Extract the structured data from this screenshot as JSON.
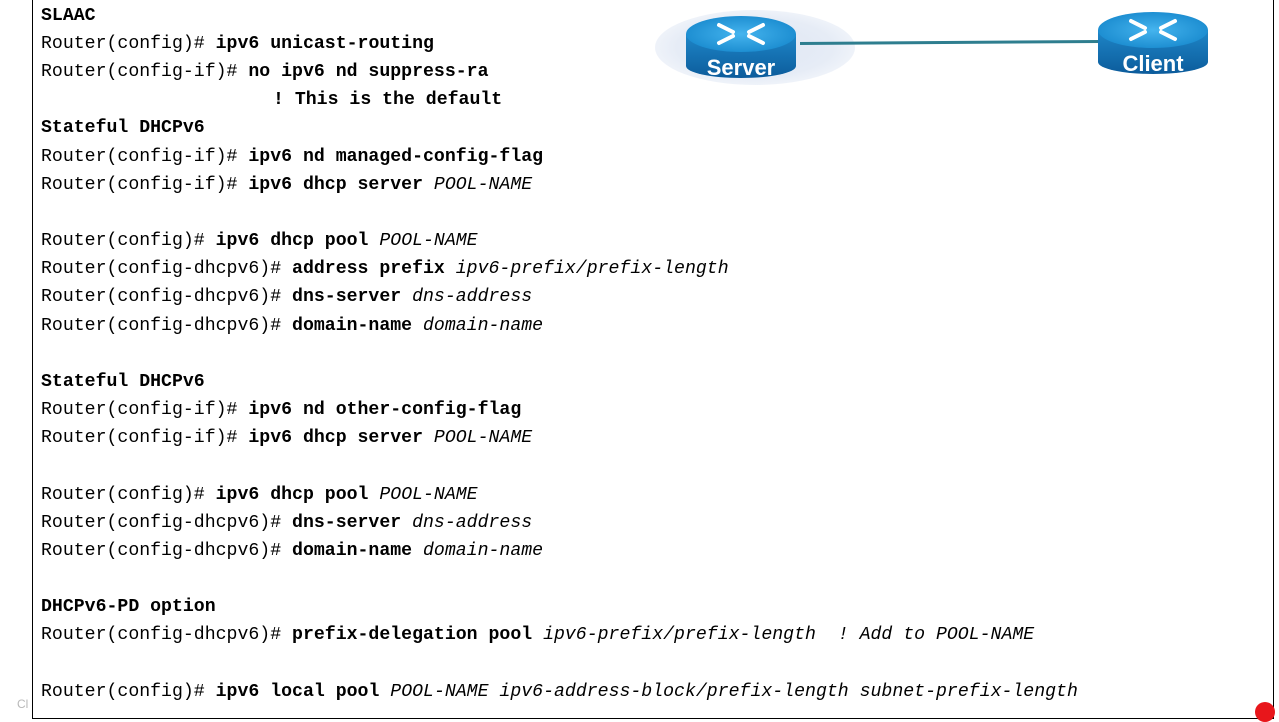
{
  "diagram": {
    "server_label": "Server",
    "client_label": "Client"
  },
  "code": {
    "slaac": {
      "heading": "SLAAC",
      "l1": {
        "prompt": "Router(config)# ",
        "cmd": "ipv6 unicast-routing"
      },
      "l2": {
        "prompt": "Router(config-if)# ",
        "cmd": "no ipv6 nd suppress-ra"
      },
      "l3": {
        "comment": "! This is the default"
      }
    },
    "stateful": {
      "heading": "Stateful DHCPv6",
      "l1": {
        "prompt": "Router(config-if)# ",
        "cmd": "ipv6 nd managed-config-flag"
      },
      "l2": {
        "prompt": "Router(config-if)# ",
        "cmd": "ipv6 dhcp server ",
        "arg": "POOL-NAME"
      },
      "l3": {
        "prompt": "Router(config)# ",
        "cmd": "ipv6 dhcp pool ",
        "arg": "POOL-NAME"
      },
      "l4": {
        "prompt": "Router(config-dhcpv6)# ",
        "cmd": "address prefix ",
        "arg": "ipv6-prefix/prefix-length"
      },
      "l5": {
        "prompt": "Router(config-dhcpv6)# ",
        "cmd": "dns-server ",
        "arg": "dns-address"
      },
      "l6": {
        "prompt": "Router(config-dhcpv6)# ",
        "cmd": "domain-name ",
        "arg": "domain-name"
      }
    },
    "stateless": {
      "heading": "Stateful DHCPv6",
      "l1": {
        "prompt": "Router(config-if)# ",
        "cmd": "ipv6 nd other-config-flag"
      },
      "l2": {
        "prompt": "Router(config-if)# ",
        "cmd": "ipv6 dhcp server ",
        "arg": "POOL-NAME"
      },
      "l3": {
        "prompt": "Router(config)# ",
        "cmd": "ipv6 dhcp pool ",
        "arg": "POOL-NAME"
      },
      "l4": {
        "prompt": "Router(config-dhcpv6)# ",
        "cmd": "dns-server ",
        "arg": "dns-address"
      },
      "l5": {
        "prompt": "Router(config-dhcpv6)# ",
        "cmd": "domain-name ",
        "arg": "domain-name"
      }
    },
    "pd": {
      "heading": "DHCPv6-PD option",
      "l1": {
        "prompt": "Router(config-dhcpv6)# ",
        "cmd": "prefix-delegation pool ",
        "arg": "ipv6-prefix/prefix-length  ! Add to POOL-NAME"
      },
      "l2": {
        "prompt": "Router(config)# ",
        "cmd": "ipv6 local pool ",
        "arg": "POOL-NAME ipv6-address-block/prefix-length subnet-prefix-length"
      }
    }
  },
  "footer": {
    "text": "Cl"
  },
  "colors": {
    "router": "#1e86c8",
    "link": "#2e7e8f",
    "recording_dot": "#e8161b"
  }
}
